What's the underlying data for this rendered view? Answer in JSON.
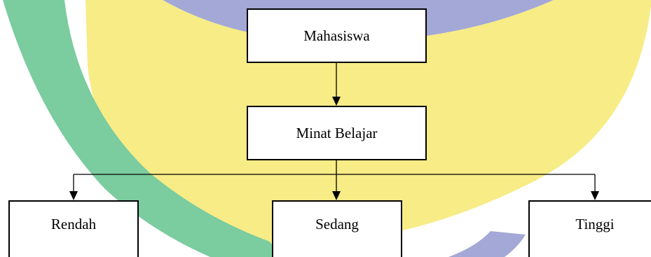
{
  "diagram": {
    "nodes": {
      "mahasiswa": "Mahasiswa",
      "minat_belajar": "Minat Belajar",
      "rendah": "Rendah",
      "sedang": "Sedang",
      "tinggi": "Tinggi"
    },
    "edges": [
      {
        "from": "Mahasiswa",
        "to": "Minat Belajar"
      },
      {
        "from": "Minat Belajar",
        "to": "Rendah"
      },
      {
        "from": "Minat Belajar",
        "to": "Sedang"
      },
      {
        "from": "Minat Belajar",
        "to": "Tinggi"
      }
    ]
  },
  "colors": {
    "watermark_blue": "#A3A8D6",
    "watermark_yellow": "#F7EC86",
    "watermark_green": "#7BCC9F",
    "box_border": "#000000",
    "box_fill": "#ffffff"
  }
}
